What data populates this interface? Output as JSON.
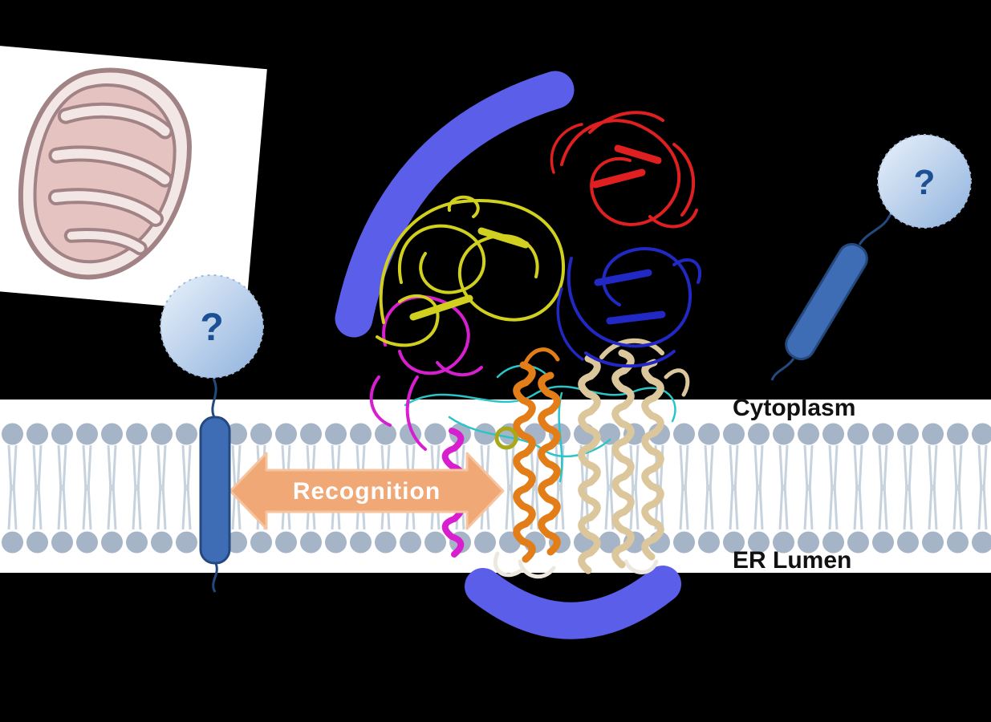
{
  "figure": {
    "labels": {
      "cytoplasm": "Cytoplasm",
      "er_lumen": "ER Lumen",
      "recognition": "Recognition",
      "question_left": "?",
      "question_right": "?"
    }
  },
  "colors": {
    "background": "#000000",
    "band": "#ffffff",
    "membrane_head": "#a5b4c6",
    "membrane_tail": "#c6d2dd",
    "label_text": "#111111",
    "arrow_fill": "#f0a877",
    "arrow_outline": "#f6c49e",
    "arrow_text": "#ffffff",
    "ta_protein_fill": "#3f6db5",
    "ta_protein_outline": "#24497f",
    "tether_line": "#24497f",
    "chaperone_arc": "#5a5ee8",
    "mystery_circle_light": "#eaf2fb",
    "mystery_circle_dark": "#8fb2dd",
    "mystery_circle_border": "#9db9dc",
    "question_mark": "#1d4f93",
    "mito_box": "#ffffff",
    "mito_fill": "#f3e7e5",
    "mito_inner": "#e4c3c1",
    "mito_outline": "#a28385",
    "ribbon_yellow": "#d2d01f",
    "ribbon_red": "#e02020",
    "ribbon_blue": "#2128c4",
    "ribbon_magenta": "#d81fd0",
    "ribbon_cyan": "#29c5c9",
    "ribbon_wheat": "#dcc79c",
    "ribbon_orange": "#e27d17",
    "ribbon_olive": "#a8a818",
    "ribbon_pale": "#ece8df"
  }
}
